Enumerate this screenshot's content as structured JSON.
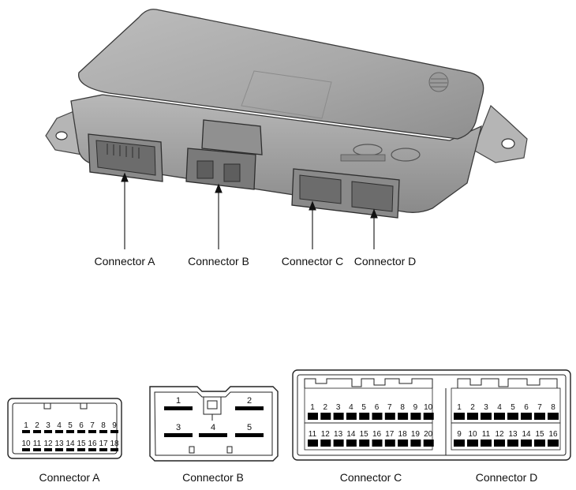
{
  "callouts": {
    "a": "Connector A",
    "b": "Connector B",
    "c": "Connector C",
    "d": "Connector D"
  },
  "captions": {
    "a": "Connector A",
    "b": "Connector B",
    "c": "Connector C",
    "d": "Connector D"
  },
  "connector_a": {
    "top_row": [
      "1",
      "2",
      "3",
      "4",
      "5",
      "6",
      "7",
      "8",
      "9"
    ],
    "bottom_row": [
      "10",
      "11",
      "12",
      "13",
      "14",
      "15",
      "16",
      "17",
      "18"
    ]
  },
  "connector_b": {
    "pins": [
      "1",
      "2",
      "3",
      "4",
      "5"
    ]
  },
  "connector_c": {
    "top_row": [
      "1",
      "2",
      "3",
      "4",
      "5",
      "6",
      "7",
      "8",
      "9",
      "10"
    ],
    "bottom_row": [
      "11",
      "12",
      "13",
      "14",
      "15",
      "16",
      "17",
      "18",
      "19",
      "20"
    ]
  },
  "connector_d": {
    "top_row": [
      "1",
      "2",
      "3",
      "4",
      "5",
      "6",
      "7",
      "8"
    ],
    "bottom_row": [
      "9",
      "10",
      "11",
      "12",
      "13",
      "14",
      "15",
      "16"
    ]
  },
  "colors": {
    "housing_light": "#c9c9c9",
    "housing_mid": "#a3a3a3",
    "housing_dark": "#6f6f6f",
    "outline": "#2b2b2b",
    "terminal": "#000000"
  }
}
